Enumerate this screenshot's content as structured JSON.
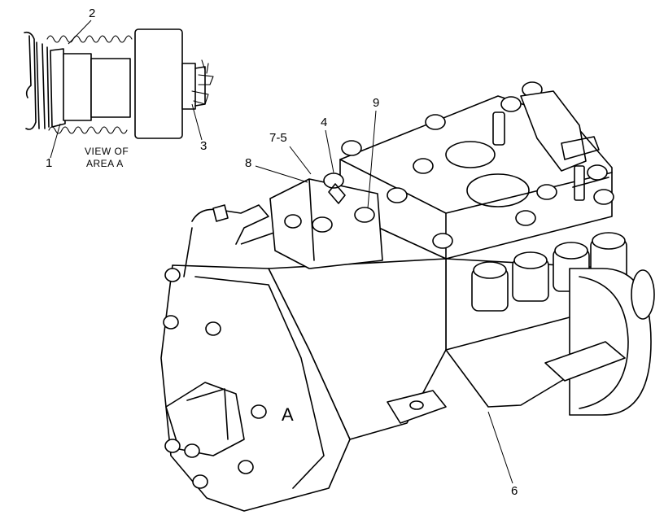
{
  "inset": {
    "caption_line1": "VIEW OF",
    "caption_line2": "AREA A",
    "callouts": {
      "c1": "1",
      "c2": "2",
      "c3": "3"
    }
  },
  "main": {
    "area_label": "A",
    "callouts": {
      "c4": "4",
      "c75": "7-5",
      "c8": "8",
      "c9": "9",
      "c6": "6"
    }
  }
}
